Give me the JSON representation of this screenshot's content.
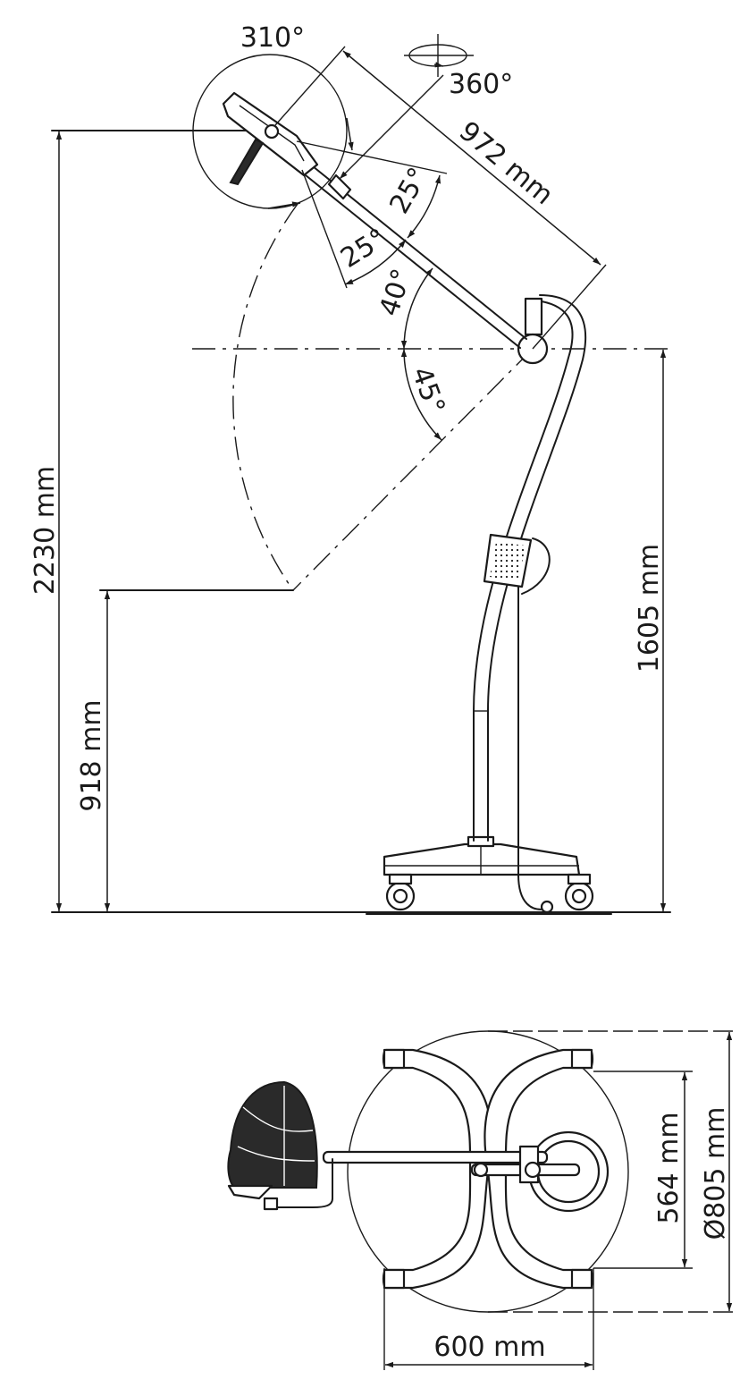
{
  "side_view": {
    "rotation_head": "310°",
    "rotation_axis": "360°",
    "arm_length": "972 mm",
    "tilt_up": "25°",
    "tilt_down": "25°",
    "arm_up_angle": "40°",
    "arm_down_angle": "45°",
    "max_height": "2230 mm",
    "pivot_height": "1605 mm",
    "min_height": "918 mm"
  },
  "top_view": {
    "wheel_spacing": "564 mm",
    "base_diameter": "Ø805 mm",
    "base_width": "600 mm"
  }
}
